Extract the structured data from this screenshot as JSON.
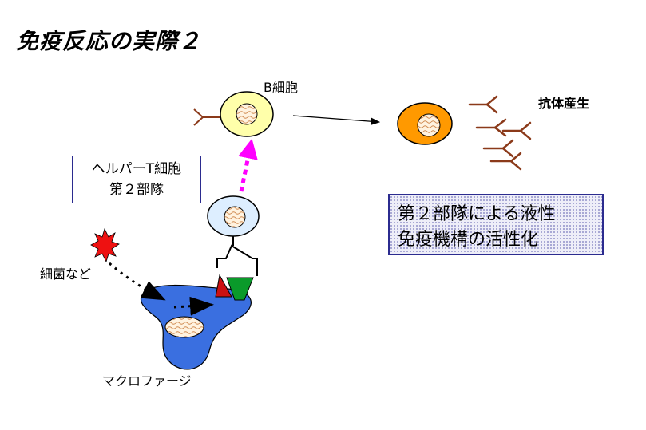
{
  "title": "免疫反応の実際２",
  "labels": {
    "b_cell": "B細胞",
    "antibody_production": "抗体産生",
    "bacteria": "細菌など",
    "macrophage": "マクロファージ"
  },
  "helper_box": {
    "line1": "ヘルパーT細胞",
    "line2": "第２部隊"
  },
  "humoral_box": {
    "line1": "第２部隊による液性",
    "line2": "免疫機構の活性化"
  },
  "colors": {
    "b_cell_fill": "#ffffaa",
    "plasma_cell_fill": "#ff9900",
    "helper_cell_fill": "#ddeeff",
    "macrophage_fill": "#3a6fe0",
    "bacteria_fill": "#ee1111",
    "antibody": "#8b3a1a",
    "activation_arrow": "#ff00ff",
    "box_border": "#2b2b8f"
  }
}
